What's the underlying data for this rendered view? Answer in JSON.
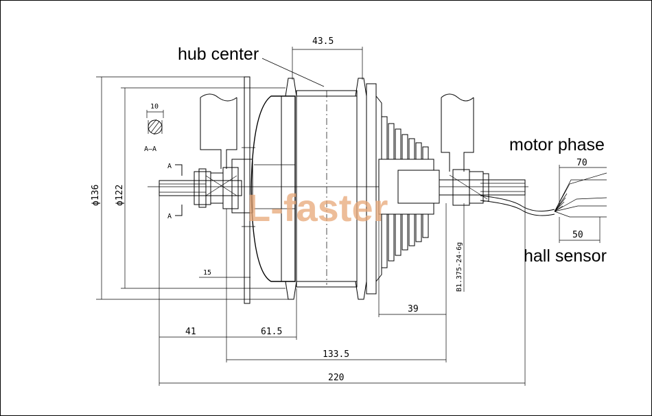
{
  "labels": {
    "hub_center": "hub center",
    "motor_phase": "motor phase",
    "hall_sensor": "hall sensor",
    "watermark": "L-faster",
    "section": "A—A",
    "section_mark_top": "A",
    "section_mark_bottom": "A",
    "thread_spec": "B1.375-24-6g"
  },
  "dimensions": {
    "d1": "43.5",
    "d2": "10",
    "d3": "ϕ136",
    "d4": "ϕ122",
    "d5": "15",
    "d6": "41",
    "d7": "61.5",
    "d8": "133.5",
    "d9": "220",
    "d10": "39",
    "d11": "70",
    "d12": "50"
  }
}
